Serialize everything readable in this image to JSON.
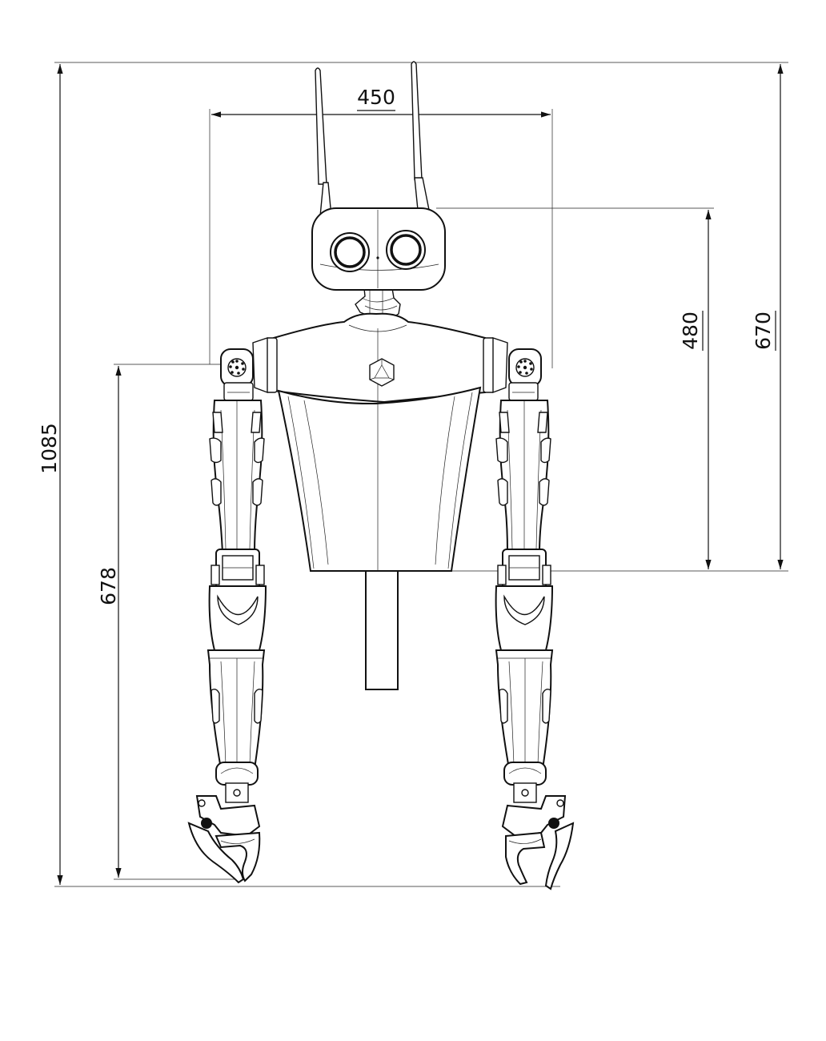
{
  "dimensions": {
    "total_height": "1085",
    "shoulder_width": "450",
    "head_to_torso": "480",
    "antenna_to_torso": "670",
    "shoulder_to_gripper": "678"
  },
  "colors": {
    "line": "#111111",
    "background": "#ffffff"
  },
  "icons": {
    "chest_logo": "icosahedron-logo-icon",
    "eyes": "camera-eye-icon"
  }
}
